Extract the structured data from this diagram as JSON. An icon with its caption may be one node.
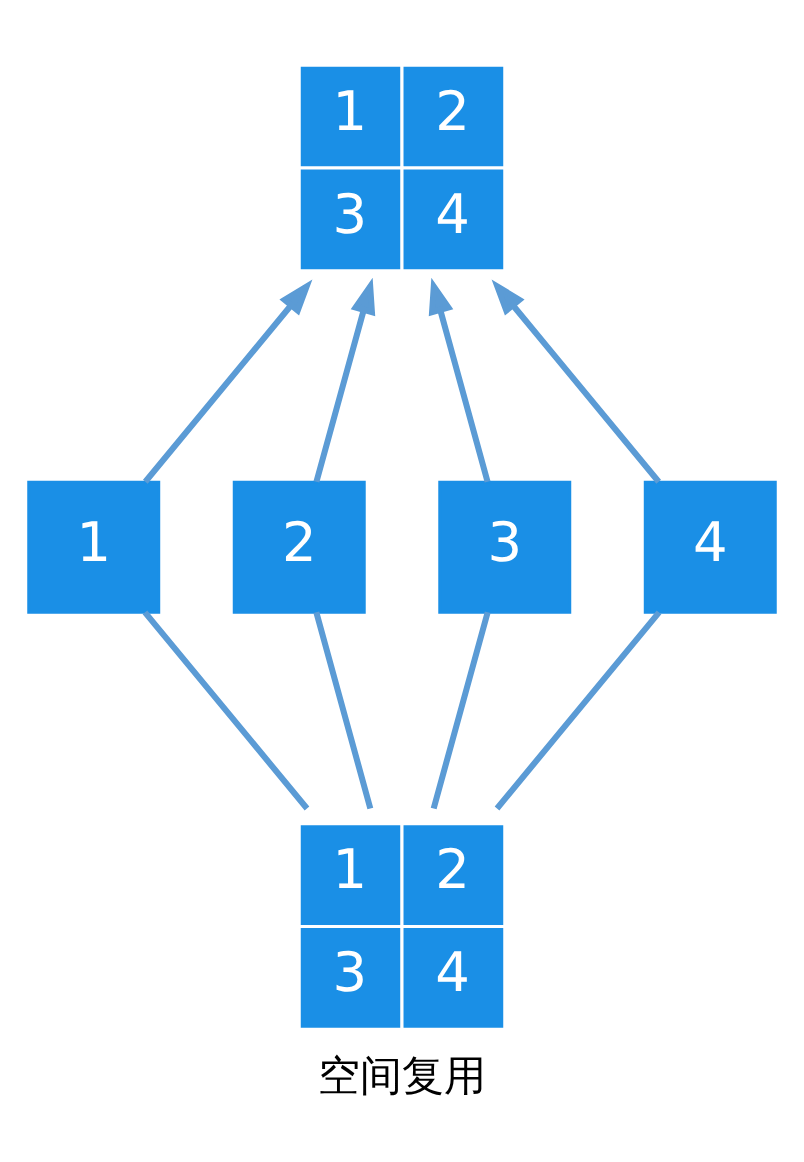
{
  "diagram": {
    "caption": "空间复用",
    "nodes": [
      {
        "text": [
          "1",
          "2",
          "3",
          "4"
        ]
      },
      {
        "text": [
          "1"
        ]
      },
      {
        "text": [
          "2"
        ]
      },
      {
        "text": [
          "3"
        ]
      },
      {
        "text": [
          "4"
        ]
      },
      {
        "text": [
          "1",
          "2",
          "3",
          "4"
        ]
      }
    ],
    "edges": [
      {
        "from": 5,
        "to": 1,
        "arrow": "none"
      },
      {
        "from": 5,
        "to": 2,
        "arrow": "none"
      },
      {
        "from": 5,
        "to": 3,
        "arrow": "none"
      },
      {
        "from": 5,
        "to": 4,
        "arrow": "none"
      },
      {
        "from": 1,
        "to": 0,
        "arrow": "to"
      },
      {
        "from": 2,
        "to": 0,
        "arrow": "to"
      },
      {
        "from": 3,
        "to": 0,
        "arrow": "to"
      },
      {
        "from": 4,
        "to": 0,
        "arrow": "to"
      }
    ]
  }
}
